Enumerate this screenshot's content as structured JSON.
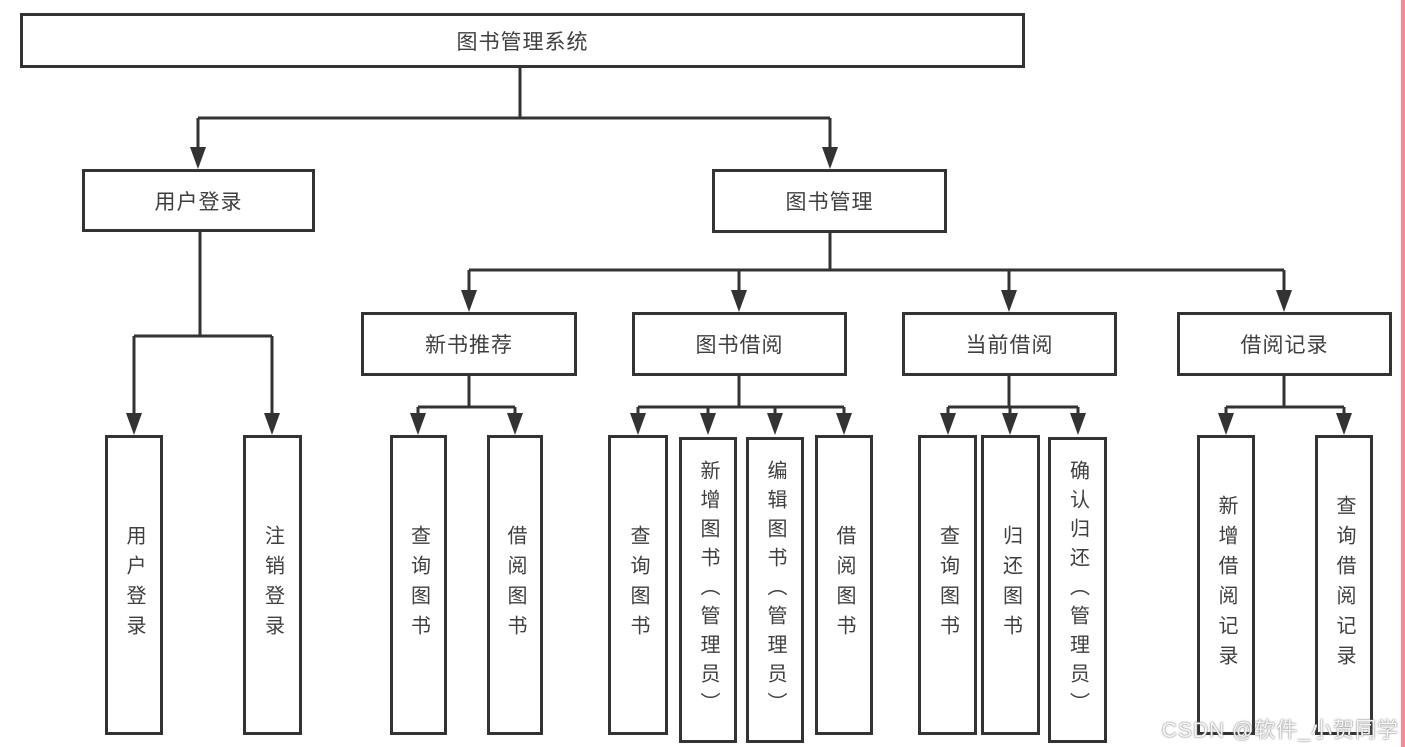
{
  "diagram": {
    "title": "图书管理系统",
    "branches": [
      {
        "label": "用户登录",
        "children": [
          {
            "label": "用户登录"
          },
          {
            "label": "注销登录"
          }
        ]
      },
      {
        "label": "图书管理",
        "children": [
          {
            "label": "新书推荐",
            "children": [
              {
                "label": "查询图书"
              },
              {
                "label": "借阅图书"
              }
            ]
          },
          {
            "label": "图书借阅",
            "children": [
              {
                "label": "查询图书"
              },
              {
                "label": "新增图书（管理员）"
              },
              {
                "label": "编辑图书（管理员）"
              },
              {
                "label": "借阅图书"
              }
            ]
          },
          {
            "label": "当前借阅",
            "children": [
              {
                "label": "查询图书"
              },
              {
                "label": "归还图书"
              },
              {
                "label": "确认归还（管理员）"
              }
            ]
          },
          {
            "label": "借阅记录",
            "children": [
              {
                "label": "新增借阅记录"
              },
              {
                "label": "查询借阅记录"
              }
            ]
          }
        ]
      }
    ]
  },
  "watermark": {
    "text": "CSDN @软件_小贺同学"
  },
  "colors": {
    "line": "#333333",
    "text": "#3f3f3f",
    "box_background": "#ffffff",
    "page_background": "#ffffff",
    "right_edge_strip": "#ef8d9b",
    "watermark_gray": "#c8c8c8"
  }
}
